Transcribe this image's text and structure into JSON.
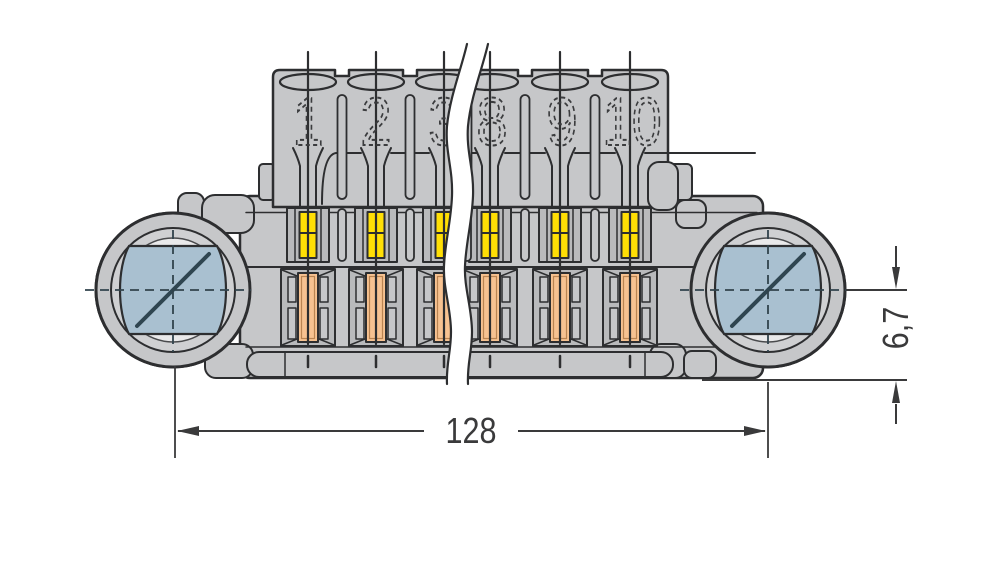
{
  "colors": {
    "background": "#ffffff",
    "outline": "#2d2e30",
    "body": "#c6c7c9",
    "recess": "#b9babc",
    "ringMid": "#cfd0d2",
    "ringLight": "#e9e9ea",
    "screwBlue": "#a9c0d0",
    "centerline": "#31434c",
    "screwSlot": "#2f4550",
    "buttonYellow": "#ffdf05",
    "terminalOrange": "#f7c291",
    "terminalOrangeEdge": "#a06a38",
    "numeral": "#3b3c3e",
    "dimension": "#3a3a3b"
  },
  "positions": [
    {
      "label": "1"
    },
    {
      "label": "2"
    },
    {
      "label": "3"
    },
    {
      "label": "8"
    },
    {
      "label": "9"
    },
    {
      "label": "10"
    }
  ],
  "dimensions": {
    "width": {
      "value": "128"
    },
    "height": {
      "value": "6,7"
    }
  }
}
